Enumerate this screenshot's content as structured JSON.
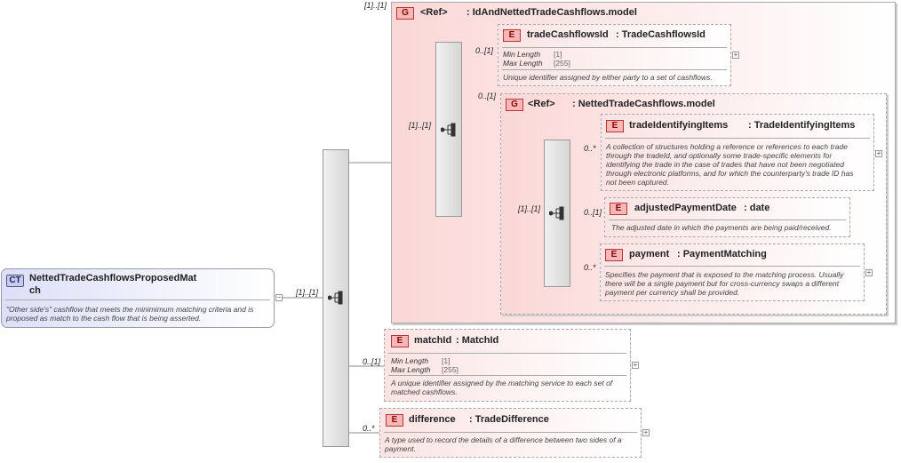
{
  "root": {
    "badge": "CT",
    "name_line1": "NettedTradeCashflowsProposedMat",
    "name_line2": "ch",
    "desc_line1": "\"Other side's\" cashflow that meets the minimimum matching criteria and is",
    "desc_line2": "proposed as match to the cash flow that is being asserted.",
    "collapse": "−"
  },
  "outer_seq": {
    "cardinality": "[1]..[1]"
  },
  "group1": {
    "cardinality": "[1]..[1]",
    "badge": "G",
    "ref": "<Ref>",
    "name": ": IdAndNettedTradeCashflows.model",
    "seq_cardinality": "[1]..[1]",
    "tradeCashflowsId": {
      "cardinality": "0..[1]",
      "badge": "E",
      "name": "tradeCashflowsId",
      "type": ": TradeCashflowsId",
      "facet1_label": "Min Length",
      "facet1_value": "[1]",
      "facet2_label": "Max Length",
      "facet2_value": "[255]",
      "desc": "Unique identifier assigned by either party to a set of cashflows.",
      "expand": "+"
    },
    "group2": {
      "cardinality": "0..[1]",
      "badge": "G",
      "ref": "<Ref>",
      "name": ": NettedTradeCashflows.model",
      "seq_cardinality": "[1]..[1]",
      "tradeIdentifyingItems": {
        "cardinality": "0..*",
        "badge": "E",
        "name": "tradeIdentifyingItems",
        "type": ": TradeIdentifyingItems",
        "desc_lines": [
          "A collection of structures holding a reference or references to each trade",
          "through the tradeId, and optionally some trade-specific elements for",
          "identifying the trade in the case of trades that have not been negotiated",
          "through electronic platforms, and for which the counterparty's trade ID has",
          "not been captured."
        ],
        "expand": "+"
      },
      "adjustedPaymentDate": {
        "cardinality": "0..[1]",
        "badge": "E",
        "name": "adjustedPaymentDate",
        "type": ": date",
        "desc": "The adjusted date in which the payments are being paid/received."
      },
      "payment": {
        "cardinality": "0..*",
        "badge": "E",
        "name": "payment",
        "type": ": PaymentMatching",
        "desc_lines": [
          "Specifies the payment that is exposed to the matching process. Usually",
          "there will be a single payment but for cross-currency swaps a different",
          "payment per currency shall be provided."
        ],
        "expand": "+"
      }
    }
  },
  "matchId": {
    "cardinality": "0..[1]",
    "badge": "E",
    "name": "matchId",
    "type": ": MatchId",
    "facet1_label": "Min Length",
    "facet1_value": "[1]",
    "facet2_label": "Max Length",
    "facet2_value": "[255]",
    "desc_line1": "A unique identifier assigned by the matching service to each set of",
    "desc_line2": "matched cashflows.",
    "expand": "+"
  },
  "difference": {
    "cardinality": "0..*",
    "badge": "E",
    "name": "difference",
    "type": ": TradeDifference",
    "desc_line1": "A type used to record the details of a difference between two sides of a",
    "desc_line2": "payment.",
    "expand": "+"
  },
  "colors": {
    "element_border": "#b33333",
    "element_fill": "#f5b7b7",
    "group_fill": "#fde0e0",
    "complex_type_fill": "#c7cbf4"
  }
}
